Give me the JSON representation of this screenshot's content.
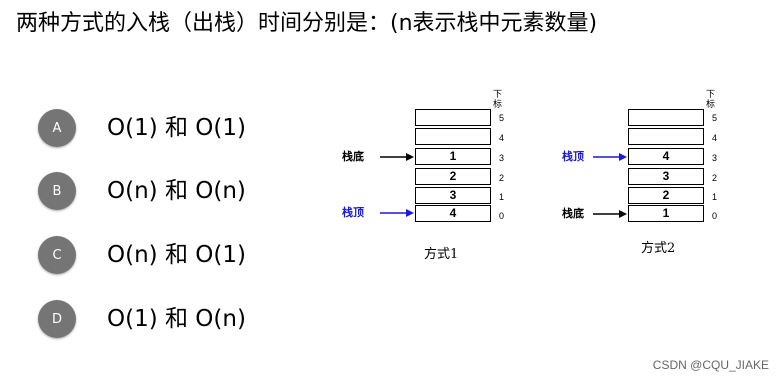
{
  "question": {
    "text": "两种方式的入栈（出栈）时间分别是：(n表示栈中元素数量)"
  },
  "options": [
    {
      "letter": "A",
      "text": "O(1) 和 O(1)"
    },
    {
      "letter": "B",
      "text": "O(n) 和 O(n)"
    },
    {
      "letter": "C",
      "text": "O(n) 和 O(1)"
    },
    {
      "letter": "D",
      "text": "O(1) 和 O(n)"
    }
  ],
  "diagrams": {
    "index_header": "下标",
    "indices": [
      "5",
      "4",
      "3",
      "2",
      "1",
      "0"
    ],
    "method1": {
      "caption": "方式1",
      "cells": [
        "",
        "",
        "1",
        "2",
        "3",
        "4"
      ],
      "bottom_label": "栈底",
      "top_label": "栈顶"
    },
    "method2": {
      "caption": "方式2",
      "cells": [
        "",
        "",
        "4",
        "3",
        "2",
        "1"
      ],
      "top_label": "栈顶",
      "bottom_label": "栈底"
    },
    "colors": {
      "top_pointer": "#1a1adb",
      "bottom_pointer": "#000000"
    }
  },
  "watermark": "CSDN @CQU_JIAKE"
}
